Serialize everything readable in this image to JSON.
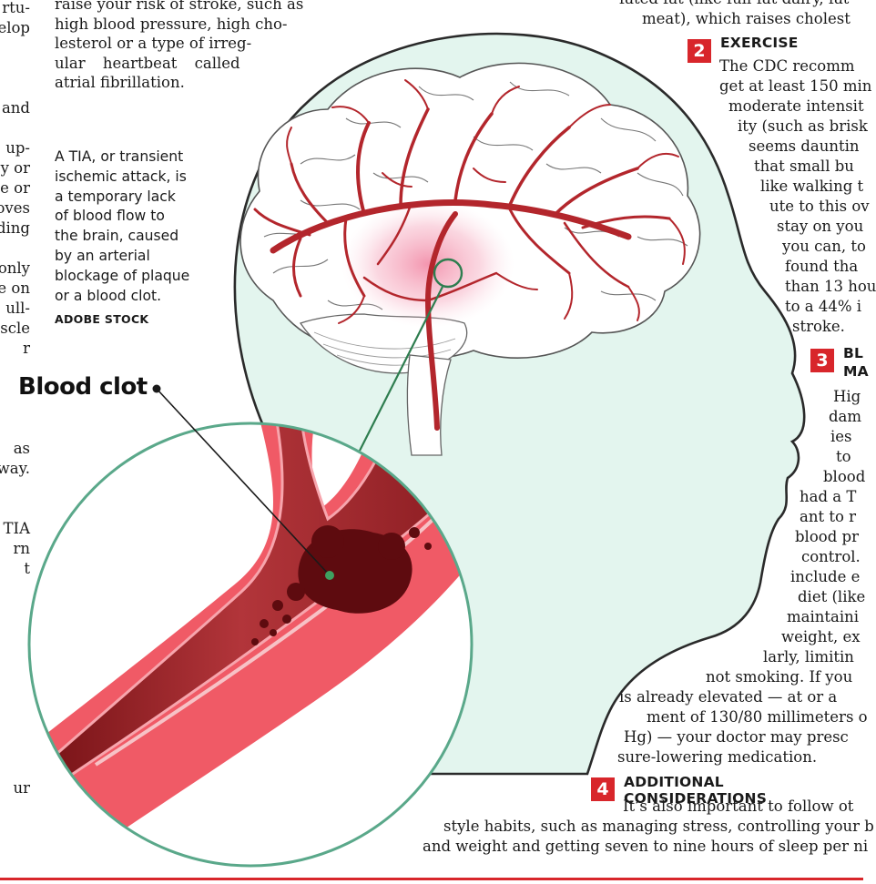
{
  "left_fragments": [
    "rtu-",
    "elop",
    "and",
    "up-",
    "y or",
    "e or",
    "oves",
    "ding",
    "only",
    "e on",
    "ull-",
    "scle",
    "r",
    "as",
    "way.",
    "TIA",
    "rn",
    "t",
    "ur"
  ],
  "middle_column": [
    "raise your risk of stroke, such as",
    "high blood pressure, high cho-",
    "lesterol or a type of irreg-",
    "ular heartbeat called",
    "atrial fibrillation."
  ],
  "caption": {
    "lines": [
      "A TIA, or transient",
      "ischemic attack, is",
      "a temporary lack",
      "of blood flow to",
      "the brain, caused",
      "by an arterial",
      "blockage of plaque",
      "or a blood clot."
    ],
    "credit": "ADOBE STOCK"
  },
  "labels": {
    "blood_clot": "Blood clot"
  },
  "top_right": [
    "fated fat (like full-fat dairy, fat",
    "meat), which raises cholest"
  ],
  "sections": [
    {
      "number": "2",
      "heading": "EXERCISE",
      "lines": [
        "The CDC recomm",
        "get at least 150 min",
        "moderate intensit",
        "ity (such as brisk",
        "seems dauntin",
        "that small bu",
        "like walking t",
        "ute to this ov",
        "stay on you",
        "you can, to",
        "found tha",
        "than 13 hou",
        "to a 44% i",
        "stroke."
      ]
    },
    {
      "number": "3",
      "heading_lines": [
        "BL",
        "MA"
      ],
      "lines": [
        "Hig",
        "dam",
        "ies",
        "to",
        "blood",
        "had a T",
        "ant to r",
        "blood pr",
        "control.",
        "include e",
        "diet (like",
        "maintaini",
        "weight, ex",
        "larly, limitin",
        "not smoking. If you",
        "is already elevated — at or a",
        "ment of 130/80 millimeters o",
        "Hg) — your doctor may presc",
        "sure-lowering medication."
      ]
    },
    {
      "number": "4",
      "heading": "ADDITIONAL CONSIDERATIONS",
      "lines": [
        "It’s also important to follow ot",
        "style habits, such as managing stress, controlling your b",
        "and weight and getting seven to nine hours of sleep per ni"
      ]
    }
  ],
  "colors": {
    "accent": "#d8262b",
    "head_fill": "#e3f5ee",
    "vessel": "#b3262c",
    "artery_wall": "#f05a66"
  }
}
